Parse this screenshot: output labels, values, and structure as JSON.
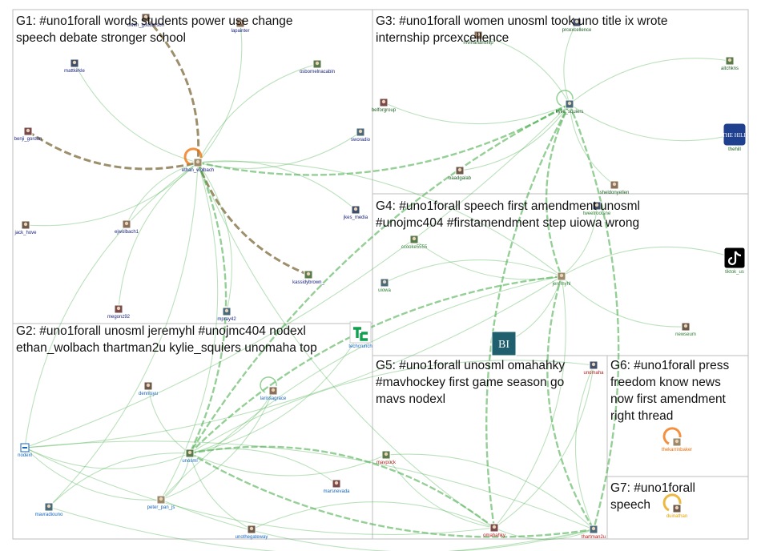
{
  "colors": {
    "g1": "#1a237e",
    "g2": "#1565c0",
    "g3": "#1b5e20",
    "g4": "#2e7d32",
    "g5": "#b71c1c",
    "g6": "#ef6c00",
    "g7": "#e6a000",
    "edge_green": "#4caf50",
    "edge_brown": "#8d7b52",
    "box": "#bdbdbd"
  },
  "groups": [
    {
      "id": "G1",
      "title_lines": [
        "G1: #uno1forall words students power use change",
        "speech debate stronger school"
      ]
    },
    {
      "id": "G2",
      "title_lines": [
        "G2: #uno1forall unosml jeremyhl #unojmc404 nodexl",
        "ethan_wolbach thartman2u kylie_squiers unomaha top"
      ]
    },
    {
      "id": "G3",
      "title_lines": [
        "G3: #uno1forall women unosml took uno title ix wrote",
        "internship prcexcellence"
      ]
    },
    {
      "id": "G4",
      "title_lines": [
        "G4: #uno1forall speech first amendment unosml",
        "#unojmc404 #firstamendment step uiowa wrong"
      ]
    },
    {
      "id": "G5",
      "title_lines": [
        "G5: #uno1forall unosml omahahky",
        "#mavhockey first game season go",
        "mavs nodexl"
      ]
    },
    {
      "id": "G6",
      "title_lines": [
        "G6: #uno1forall press",
        "freedom know news",
        "now first amendment",
        "right thread"
      ]
    },
    {
      "id": "G7",
      "title_lines": [
        "G7: #uno1forall",
        "speech"
      ]
    }
  ],
  "nodes": [
    {
      "id": "owen_godberson",
      "label": "owen_godberson",
      "group": "g1",
      "icon": "avatar-icon"
    },
    {
      "id": "lapainter",
      "label": "lapainter",
      "group": "g1",
      "icon": "avatar-icon"
    },
    {
      "id": "mattkirkle",
      "label": "mattkirkle",
      "group": "g1",
      "icon": "avatar-icon"
    },
    {
      "id": "osbornelnacabin",
      "label": "osbornelnacabin",
      "group": "g1",
      "icon": "avatar-icon"
    },
    {
      "id": "benji_gordon",
      "label": "benji_gordon",
      "group": "g1",
      "icon": "avatar-icon"
    },
    {
      "id": "swordio",
      "label": "sworadio",
      "group": "g1",
      "icon": "avatar-icon"
    },
    {
      "id": "ethan_wolbach",
      "label": "ethan_wolbach",
      "group": "g1",
      "icon": "avatar-icon"
    },
    {
      "id": "jack_hove",
      "label": "jack_hove",
      "group": "g1",
      "icon": "avatar-icon"
    },
    {
      "id": "ejwolbach1",
      "label": "ejwolbach1",
      "group": "g1",
      "icon": "avatar-icon"
    },
    {
      "id": "jkes_media",
      "label": "jkes_media",
      "group": "g1",
      "icon": "avatar-icon"
    },
    {
      "id": "kassidybrown_",
      "label": "kassidybrown_",
      "group": "g1",
      "icon": "avatar-icon"
    },
    {
      "id": "megonz92",
      "label": "megonz92",
      "group": "g1",
      "icon": "avatar-icon"
    },
    {
      "id": "mpray42",
      "label": "mpray42",
      "group": "g1",
      "icon": "avatar-icon"
    },
    {
      "id": "techcrunch",
      "label": "techcrunch",
      "group": "g2",
      "icon": "tc-logo-icon"
    },
    {
      "id": "dennisyu",
      "label": "dennisyu",
      "group": "g2",
      "icon": "avatar-icon"
    },
    {
      "id": "larissagrace",
      "label": "larissagrace",
      "group": "g2",
      "icon": "avatar-icon"
    },
    {
      "id": "nodexl",
      "label": "nodexl",
      "group": "g2",
      "icon": "nodexl-logo-icon"
    },
    {
      "id": "unosml",
      "label": "unosml",
      "group": "g2",
      "icon": "avatar-icon"
    },
    {
      "id": "marsnevada",
      "label": "marsnevada",
      "group": "g2",
      "icon": "avatar-icon"
    },
    {
      "id": "mavradiouno",
      "label": "mavradiouno",
      "group": "g2",
      "icon": "avatar-icon"
    },
    {
      "id": "peter_pan_js",
      "label": "peter_pan_js",
      "group": "g2",
      "icon": "avatar-icon"
    },
    {
      "id": "unothegateway",
      "label": "unothegateway",
      "group": "g2",
      "icon": "avatar-icon"
    },
    {
      "id": "mvmahanship",
      "label": "mvmahanship",
      "group": "g3",
      "icon": "avatar-icon"
    },
    {
      "id": "prcexcellence",
      "label": "prcexcellence",
      "group": "g3",
      "icon": "avatar-icon"
    },
    {
      "id": "aitchkns",
      "label": "aitchkns",
      "group": "g3",
      "icon": "avatar-icon"
    },
    {
      "id": "belforgroup",
      "label": "belforgroup",
      "group": "g3",
      "icon": "avatar-icon"
    },
    {
      "id": "kylie_squiers",
      "label": "kylie_squiers",
      "group": "g3",
      "icon": "avatar-icon"
    },
    {
      "id": "thehill",
      "label": "thehill",
      "group": "g3",
      "icon": "the-hill-logo-icon",
      "logo_text": "THE HILL"
    },
    {
      "id": "baadgalab",
      "label": "baadgalab",
      "group": "g3",
      "icon": "avatar-icon"
    },
    {
      "id": "sheldonyellen",
      "label": "sheldonyellen",
      "group": "g3",
      "icon": "avatar-icon"
    },
    {
      "id": "tweetrootsne",
      "label": "tweetrootsne",
      "group": "g4",
      "icon": "avatar-icon"
    },
    {
      "id": "ccooke5555",
      "label": "ccooke5555",
      "group": "g4",
      "icon": "avatar-icon"
    },
    {
      "id": "tiktok_us",
      "label": "tiktok_us",
      "group": "g4",
      "icon": "tiktok-logo-icon"
    },
    {
      "id": "uiowa",
      "label": "uiowa",
      "group": "g4",
      "icon": "avatar-icon"
    },
    {
      "id": "jeremyhl",
      "label": "jeremyhl",
      "group": "g4",
      "icon": "avatar-icon"
    },
    {
      "id": "newseum",
      "label": "newseum",
      "group": "g4",
      "icon": "avatar-icon"
    },
    {
      "id": "bi",
      "label": "",
      "group": "g4",
      "icon": "business-insider-logo-icon",
      "logo_text": "BI"
    },
    {
      "id": "unomaha",
      "label": "unomaha",
      "group": "g5",
      "icon": "avatar-icon"
    },
    {
      "id": "mavpuck",
      "label": "mavpuck",
      "group": "g5",
      "icon": "avatar-icon"
    },
    {
      "id": "omahahky",
      "label": "omahahky",
      "group": "g5",
      "icon": "avatar-icon"
    },
    {
      "id": "thartman2u",
      "label": "thartman2u",
      "group": "g5",
      "icon": "avatar-icon"
    },
    {
      "id": "thekarrinbaker",
      "label": "thekarrinbaker",
      "group": "g6",
      "icon": "avatar-icon"
    },
    {
      "id": "duinathan",
      "label": "duinathan",
      "group": "g7",
      "icon": "avatar-icon"
    }
  ],
  "edges": [
    {
      "from": "owen_godberson",
      "to": "ethan_wolbach",
      "style": "brown-bold"
    },
    {
      "from": "benji_gordon",
      "to": "ethan_wolbach",
      "style": "brown-bold"
    },
    {
      "from": "kassidybrown_",
      "to": "ethan_wolbach",
      "style": "brown-bold"
    },
    {
      "from": "mattkirkle",
      "to": "ethan_wolbach",
      "style": "green"
    },
    {
      "from": "lapainter",
      "to": "ethan_wolbach",
      "style": "green"
    },
    {
      "from": "osbornelnacabin",
      "to": "ethan_wolbach",
      "style": "green"
    },
    {
      "from": "swordio",
      "to": "ethan_wolbach",
      "style": "green"
    },
    {
      "from": "jack_hove",
      "to": "ethan_wolbach",
      "style": "green"
    },
    {
      "from": "ejwolbach1",
      "to": "ethan_wolbach",
      "style": "green"
    },
    {
      "from": "jkes_media",
      "to": "ethan_wolbach",
      "style": "green"
    },
    {
      "from": "megonz92",
      "to": "ethan_wolbach",
      "style": "green"
    },
    {
      "from": "mpray42",
      "to": "ethan_wolbach",
      "style": "green"
    },
    {
      "from": "ethan_wolbach",
      "to": "unosml",
      "style": "green-bold"
    },
    {
      "from": "ethan_wolbach",
      "to": "kylie_squiers",
      "style": "green-bold"
    },
    {
      "from": "ethan_wolbach",
      "to": "jeremyhl",
      "style": "green"
    },
    {
      "from": "ethan_wolbach",
      "to": "nodexl",
      "style": "green"
    },
    {
      "from": "ethan_wolbach",
      "to": "peter_pan_js",
      "style": "green"
    },
    {
      "from": "ethan_wolbach",
      "to": "omahahky",
      "style": "green"
    },
    {
      "from": "ethan_wolbach",
      "to": "mavradiouno",
      "style": "green"
    },
    {
      "from": "kylie_squiers",
      "to": "unosml",
      "style": "green-bold"
    },
    {
      "from": "kylie_squiers",
      "to": "thartman2u",
      "style": "green-bold"
    },
    {
      "from": "kylie_squiers",
      "to": "omahahky",
      "style": "green-bold"
    },
    {
      "from": "kylie_squiers",
      "to": "belforgroup",
      "style": "green"
    },
    {
      "from": "kylie_squiers",
      "to": "thehill",
      "style": "green"
    },
    {
      "from": "kylie_squiers",
      "to": "baadgalab",
      "style": "green"
    },
    {
      "from": "kylie_squiers",
      "to": "sheldonyellen",
      "style": "green"
    },
    {
      "from": "kylie_squiers",
      "to": "aitchkns",
      "style": "green"
    },
    {
      "from": "kylie_squiers",
      "to": "mvmahanship",
      "style": "green"
    },
    {
      "from": "kylie_squiers",
      "to": "prcexcellence",
      "style": "green"
    },
    {
      "from": "kylie_squiers",
      "to": "jeremyhl",
      "style": "green-bold"
    },
    {
      "from": "kylie_squiers",
      "to": "nodexl",
      "style": "green"
    },
    {
      "from": "jeremyhl",
      "to": "unosml",
      "style": "green-bold"
    },
    {
      "from": "jeremyhl",
      "to": "ccooke5555",
      "style": "green"
    },
    {
      "from": "jeremyhl",
      "to": "uiowa",
      "style": "green"
    },
    {
      "from": "jeremyhl",
      "to": "tiktok_us",
      "style": "green"
    },
    {
      "from": "jeremyhl",
      "to": "newseum",
      "style": "green"
    },
    {
      "from": "jeremyhl",
      "to": "bi",
      "style": "green"
    },
    {
      "from": "jeremyhl",
      "to": "thartman2u",
      "style": "green-bold"
    },
    {
      "from": "jeremyhl",
      "to": "omahahky",
      "style": "green"
    },
    {
      "from": "jeremyhl",
      "to": "tweetrootsne",
      "style": "green"
    },
    {
      "from": "jeremyhl",
      "to": "nodexl",
      "style": "green"
    },
    {
      "from": "jeremyhl",
      "to": "peter_pan_js",
      "style": "green"
    },
    {
      "from": "unosml",
      "to": "nodexl",
      "style": "green"
    },
    {
      "from": "unosml",
      "to": "larissagrace",
      "style": "green"
    },
    {
      "from": "unosml",
      "to": "dennisyu",
      "style": "green"
    },
    {
      "from": "unosml",
      "to": "techcrunch",
      "style": "green"
    },
    {
      "from": "unosml",
      "to": "peter_pan_js",
      "style": "green"
    },
    {
      "from": "unosml",
      "to": "mavradiouno",
      "style": "green"
    },
    {
      "from": "unosml",
      "to": "marsnevada",
      "style": "green"
    },
    {
      "from": "unosml",
      "to": "unothegateway",
      "style": "green"
    },
    {
      "from": "unosml",
      "to": "omahahky",
      "style": "green-bold"
    },
    {
      "from": "unosml",
      "to": "thartman2u",
      "style": "green-bold"
    },
    {
      "from": "unosml",
      "to": "unomaha",
      "style": "green"
    },
    {
      "from": "unosml",
      "to": "mavpuck",
      "style": "green"
    },
    {
      "from": "peter_pan_js",
      "to": "nodexl",
      "style": "green"
    },
    {
      "from": "peter_pan_js",
      "to": "thartman2u",
      "style": "green"
    },
    {
      "from": "larissagrace",
      "to": "peter_pan_js",
      "style": "green"
    },
    {
      "from": "mavpuck",
      "to": "omahahky",
      "style": "green"
    },
    {
      "from": "mavpuck",
      "to": "thartman2u",
      "style": "green"
    },
    {
      "from": "unomaha",
      "to": "thartman2u",
      "style": "green"
    },
    {
      "from": "unomaha",
      "to": "omahahky",
      "style": "green"
    },
    {
      "from": "omahahky",
      "to": "thartman2u",
      "style": "green"
    },
    {
      "from": "nodexl",
      "to": "thartman2u",
      "style": "green"
    },
    {
      "from": "nodexl",
      "to": "omahahky",
      "style": "green"
    },
    {
      "from": "unothegateway",
      "to": "omahahky",
      "style": "green"
    },
    {
      "from": "mavradiouno",
      "to": "thartman2u",
      "style": "green"
    },
    {
      "from": "thekarrinbaker",
      "to": "thekarrinbaker",
      "style": "self-orange"
    },
    {
      "from": "duinathan",
      "to": "duinathan",
      "style": "self-yellow"
    },
    {
      "from": "ethan_wolbach",
      "to": "ethan_wolbach",
      "style": "self-orange"
    },
    {
      "from": "kylie_squiers",
      "to": "kylie_squiers",
      "style": "self-green"
    },
    {
      "from": "larissagrace",
      "to": "larissagrace",
      "style": "self-green"
    }
  ]
}
